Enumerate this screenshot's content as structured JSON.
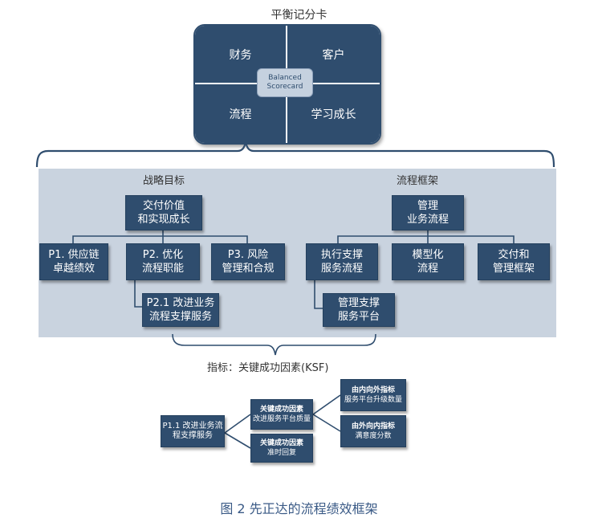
{
  "bsc": {
    "title": "平衡记分卡",
    "quadrants": [
      "财务",
      "客户",
      "流程",
      "学习成长"
    ],
    "center": "Balanced\nScorecard"
  },
  "strategy": {
    "title": "战略目标",
    "top": "交付价值\n和实现成长",
    "children": [
      "P1. 供应链\n卓越绩效",
      "P2. 优化\n流程职能",
      "P3. 风险\n管理和合规"
    ],
    "sub": "P2.1 改进业务\n流程支撑服务"
  },
  "process": {
    "title": "流程框架",
    "top": "管理\n业务流程",
    "children": [
      "执行支撑\n服务流程",
      "模型化\n流程",
      "交付和\n管理框架"
    ],
    "sub": "管理支撑\n服务平台"
  },
  "ksf": {
    "title": "指标：关键成功因素(KSF)",
    "root": "P1.1 改进业务流\n程支撑服务",
    "factor1_title": "关键成功因素",
    "factor1_text": "改进服务平台质量",
    "factor2_title": "关键成功因素",
    "factor2_text": "准时回复",
    "metric1_title": "由内向外指标",
    "metric1_text": "服务平台升级数量",
    "metric2_title": "由外向内指标",
    "metric2_text": "满意度分数"
  },
  "caption": "图  2  先正达的流程绩效框架"
}
